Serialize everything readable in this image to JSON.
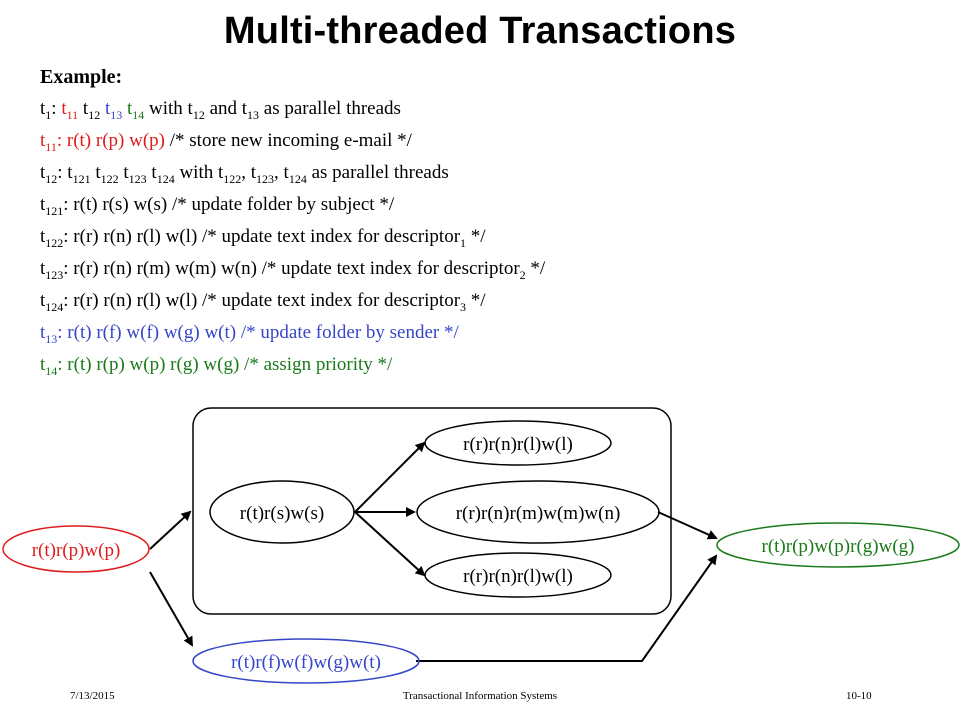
{
  "title": "Multi-threaded Transactions",
  "example_label": "Example:",
  "lines": [
    {
      "parts": [
        {
          "t": "t",
          "c": "black"
        },
        {
          "t": "1",
          "c": "black",
          "sub": true
        },
        {
          "t": ": ",
          "c": "black"
        },
        {
          "t": "t",
          "c": "red"
        },
        {
          "t": "11",
          "c": "red",
          "sub": true
        },
        {
          "t": " ",
          "c": "black"
        },
        {
          "t": "t",
          "c": "black"
        },
        {
          "t": "12",
          "c": "black",
          "sub": true
        },
        {
          "t": " ",
          "c": "black"
        },
        {
          "t": "t",
          "c": "blue"
        },
        {
          "t": "13",
          "c": "blue",
          "sub": true
        },
        {
          "t": " ",
          "c": "black"
        },
        {
          "t": "t",
          "c": "green"
        },
        {
          "t": "14",
          "c": "green",
          "sub": true
        },
        {
          "t": " with t",
          "c": "black"
        },
        {
          "t": "12",
          "c": "black",
          "sub": true
        },
        {
          "t": " and t",
          "c": "black"
        },
        {
          "t": "13",
          "c": "black",
          "sub": true
        },
        {
          "t": " as parallel threads",
          "c": "black"
        }
      ]
    },
    {
      "parts": [
        {
          "t": "t",
          "c": "red"
        },
        {
          "t": "11",
          "c": "red",
          "sub": true
        },
        {
          "t": ": r(t) r(p) w(p) ",
          "c": "red"
        },
        {
          "t": "/* store new incoming e-mail */",
          "c": "black"
        }
      ]
    },
    {
      "parts": [
        {
          "t": "t",
          "c": "black"
        },
        {
          "t": "12",
          "c": "black",
          "sub": true
        },
        {
          "t": ": t",
          "c": "black"
        },
        {
          "t": "121",
          "c": "black",
          "sub": true
        },
        {
          "t": " t",
          "c": "black"
        },
        {
          "t": "122",
          "c": "black",
          "sub": true
        },
        {
          "t": " t",
          "c": "black"
        },
        {
          "t": "123",
          "c": "black",
          "sub": true
        },
        {
          "t": " t",
          "c": "black"
        },
        {
          "t": "124",
          "c": "black",
          "sub": true
        },
        {
          "t": " with t",
          "c": "black"
        },
        {
          "t": "122",
          "c": "black",
          "sub": true
        },
        {
          "t": ", t",
          "c": "black"
        },
        {
          "t": "123",
          "c": "black",
          "sub": true
        },
        {
          "t": ", t",
          "c": "black"
        },
        {
          "t": "124",
          "c": "black",
          "sub": true
        },
        {
          "t": " as parallel threads",
          "c": "black"
        }
      ]
    },
    {
      "parts": [
        {
          "t": "t",
          "c": "black"
        },
        {
          "t": "121",
          "c": "black",
          "sub": true
        },
        {
          "t": ": r(t) r(s) w(s) /* update folder by subject */",
          "c": "black"
        }
      ]
    },
    {
      "parts": [
        {
          "t": "t",
          "c": "black"
        },
        {
          "t": "122",
          "c": "black",
          "sub": true
        },
        {
          "t": ": r(r) r(n) r(l) w(l) /* update text index for descriptor",
          "c": "black"
        },
        {
          "t": "1",
          "c": "black",
          "sub": true
        },
        {
          "t": " */",
          "c": "black"
        }
      ]
    },
    {
      "parts": [
        {
          "t": "t",
          "c": "black"
        },
        {
          "t": "123",
          "c": "black",
          "sub": true
        },
        {
          "t": ": r(r) r(n) r(m) w(m) w(n) /* update text index for descriptor",
          "c": "black"
        },
        {
          "t": "2",
          "c": "black",
          "sub": true
        },
        {
          "t": " */",
          "c": "black"
        }
      ]
    },
    {
      "parts": [
        {
          "t": "t",
          "c": "black"
        },
        {
          "t": "124",
          "c": "black",
          "sub": true
        },
        {
          "t": ": r(r) r(n) r(l) w(l) /* update text index for descriptor",
          "c": "black"
        },
        {
          "t": "3",
          "c": "black",
          "sub": true
        },
        {
          "t": " */",
          "c": "black"
        }
      ]
    },
    {
      "parts": [
        {
          "t": "t",
          "c": "blue"
        },
        {
          "t": "13",
          "c": "blue",
          "sub": true
        },
        {
          "t": ": r(t) r(f) w(f) w(g) w(t) /* update folder by sender */",
          "c": "blue"
        }
      ]
    },
    {
      "parts": [
        {
          "t": "t",
          "c": "green"
        },
        {
          "t": "14",
          "c": "green",
          "sub": true
        },
        {
          "t": ": r(t) r(p) w(p) r(g) w(g) /* assign priority */",
          "c": "green"
        }
      ]
    }
  ],
  "diagram": {
    "nodes": {
      "t11": "r(t)r(p)w(p)",
      "t121": "r(t)r(s)w(s)",
      "t122": "r(r)r(n)r(l)w(l)",
      "t123": "r(r)r(n)r(m)w(m)w(n)",
      "t124": "r(r)r(n)r(l)w(l)",
      "t13": "r(t)r(f)w(f)w(g)w(t)",
      "t14": "r(t)r(p)w(p)r(g)w(g)"
    },
    "colors": {
      "red": "#e01b1b",
      "green": "#1a7a1a",
      "blue": "#3546c8",
      "black": "#000000"
    }
  },
  "footer": {
    "date": "7/13/2015",
    "center": "Transactional Information Systems",
    "page": "10-10"
  }
}
